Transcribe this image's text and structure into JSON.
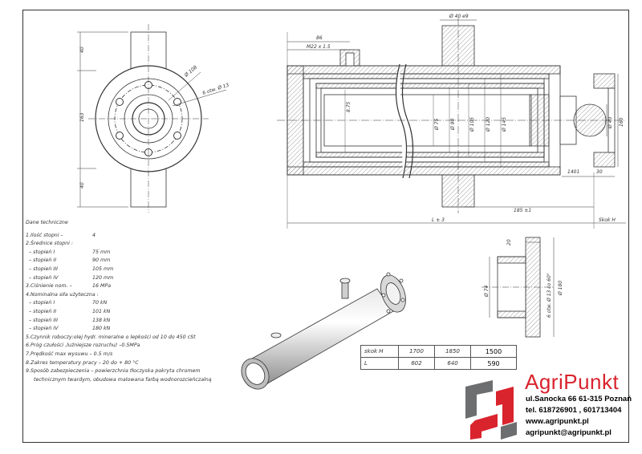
{
  "drawing": {
    "end_view_dims": {
      "d1": "Ø 108",
      "d2": "6 otw. Ø 13",
      "h": "163",
      "top": "40",
      "bottom": "40"
    },
    "section_dims": {
      "d86": "86",
      "thread": "M22 x 1.5",
      "trunnion": "Ø 40 e9",
      "d875": "8.75",
      "d75": "Ø 75",
      "d90": "Ø 90",
      "d105": "Ø 105",
      "d120": "Ø 120",
      "d145": "Ø 145",
      "d40": "Ø 40",
      "d160": "160",
      "d1401": "1401",
      "d30": "30",
      "d185": "185 ±1",
      "lpm": "L ± 3",
      "skokH": "Skok H"
    },
    "flange_dims": {
      "d20": "20",
      "d74": "Ø 74",
      "bolt": "6 otw. Ø 13 co 60°",
      "d180": "Ø 180"
    }
  },
  "spec": {
    "title": "Dane techniczne",
    "lines": [
      {
        "text": "1.Ilość stopni –",
        "val": "4",
        "cls": ""
      },
      {
        "text": "2.Średnice stopni :",
        "val": "",
        "cls": ""
      },
      {
        "text": "–    stopień  I",
        "val": "75 mm",
        "cls": "sub"
      },
      {
        "text": "–    stopień  II",
        "val": "90 mm",
        "cls": "sub"
      },
      {
        "text": "–    stopień  III",
        "val": "105 mm",
        "cls": "sub"
      },
      {
        "text": "–    stopień  IV",
        "val": "120 mm",
        "cls": "sub"
      },
      {
        "text": "3.Ciśnienie nom. –",
        "val": "16 MPa",
        "cls": ""
      },
      {
        "text": "4.Nominalna siła użyteczna :",
        "val": "",
        "cls": ""
      },
      {
        "text": "–    stopień  I",
        "val": "70 kN",
        "cls": "sub"
      },
      {
        "text": "–    stopień  II",
        "val": "101 kN",
        "cls": "sub"
      },
      {
        "text": "–    stopień  III",
        "val": "138 kN",
        "cls": "sub"
      },
      {
        "text": "–    stopień  IV",
        "val": "180 kN",
        "cls": "sub"
      },
      {
        "text": "5.Czynnik roboczy:olej hydr. mineralne o lepkości od 10 do 450 cSt",
        "val": "",
        "cls": ""
      },
      {
        "text": "6.Próg czułości ,luźniejsze rozruchu) –0.5MPa",
        "val": "",
        "cls": ""
      },
      {
        "text": "7.Prędkość max wysuwu – 0.5 m/s",
        "val": "",
        "cls": ""
      },
      {
        "text": "8.Zakres temperatury pracy – 20 do + 80 °C",
        "val": "",
        "cls": ""
      },
      {
        "text": "9.Sposób zabezpieczenia – powierzchnia tłoczyska pokryta chromem",
        "val": "",
        "cls": ""
      },
      {
        "text": "technicznym twardym, obudowa malowana farbą wodnorozcieńczalną",
        "val": "",
        "cls": "indent"
      }
    ]
  },
  "stroke_table": {
    "row1": [
      "skok H",
      "1700",
      "1850",
      "1500"
    ],
    "row2": [
      "L",
      "602",
      "640",
      "590"
    ]
  },
  "company": {
    "name": "AgriPunkt",
    "address": "ul.Sanocka 66  61-315 Poznań",
    "phone": "tel. 618726901 , 601713404",
    "web": "www.agripunkt.pl",
    "email": "agripunkt@agripunkt.pl",
    "logo_color": "#d9232d",
    "logo_gray": "#6d6e70"
  }
}
